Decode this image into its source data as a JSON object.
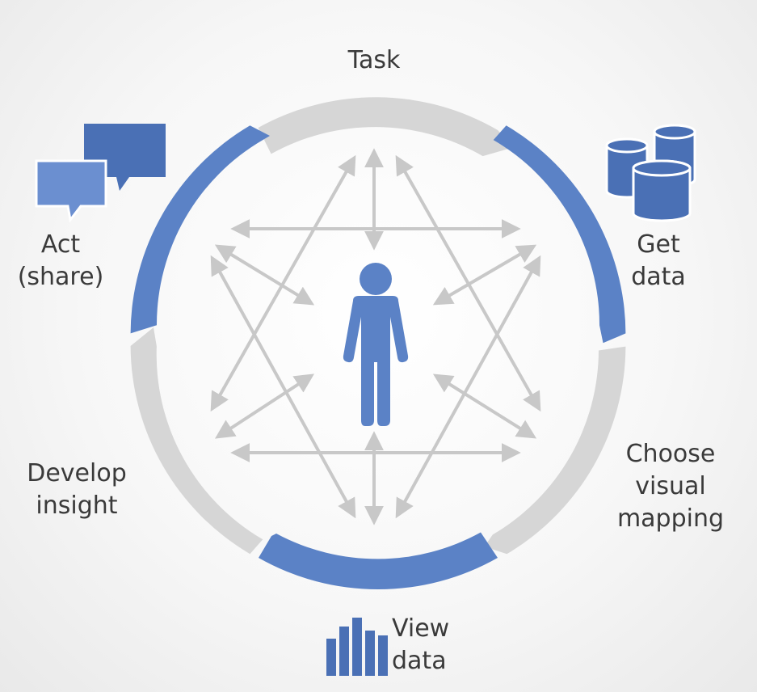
{
  "labels": {
    "task": "Task",
    "get_data_1": "Get",
    "get_data_2": "data",
    "choose_1": "Choose",
    "choose_2": "visual",
    "choose_3": "mapping",
    "view_1": "View",
    "view_2": "data",
    "develop_1": "Develop",
    "develop_2": "insight",
    "act_1": "Act",
    "act_2": "(share)"
  },
  "stages": [
    "Task",
    "Get data",
    "Choose visual mapping",
    "View data",
    "Develop insight",
    "Act (share)"
  ],
  "highlighted_stages": [
    "Get data",
    "View data",
    "Act (share)"
  ],
  "colors": {
    "accent_blue": "#5b82c6",
    "dark_blue": "#4a70b5",
    "ring_grey": "#d6d6d6",
    "arrow_grey": "#c8c8c8",
    "text": "#3a3a3a"
  },
  "icons": {
    "center": "person-icon",
    "get_data": "database-icon",
    "view_data": "bar-chart-icon",
    "act": "speech-bubbles-icon"
  }
}
